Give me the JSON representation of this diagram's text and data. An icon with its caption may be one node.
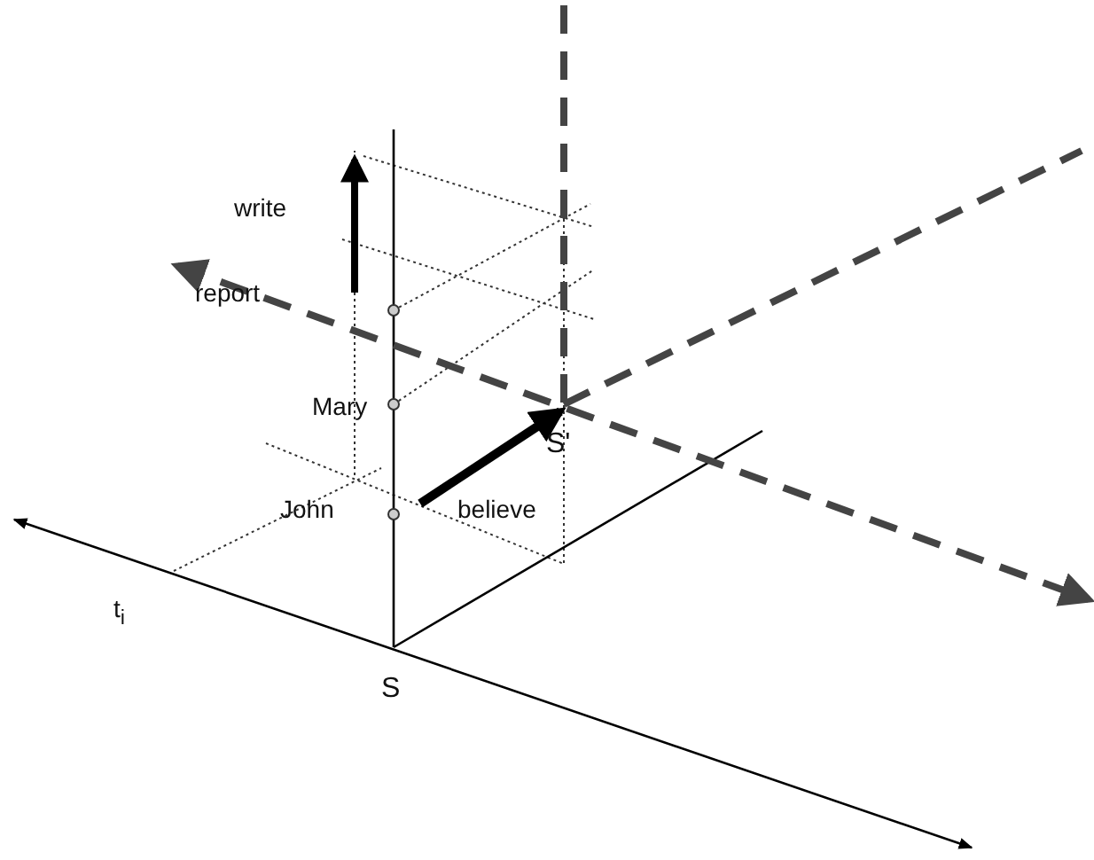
{
  "diagram": {
    "labels": [
      "write",
      "report",
      "Mary",
      "John",
      "believe",
      "S'",
      "t$_{i}$",
      "S"
    ]
  }
}
